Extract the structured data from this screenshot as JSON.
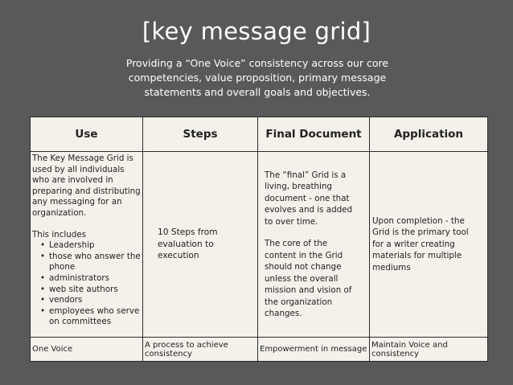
{
  "title": "[key message grid]",
  "subtitle": "Providing a “One Voice” consistency across our core competencies, value proposition, primary message statements and  overall goals and objectives.",
  "table": {
    "headers": [
      "Use",
      "Steps",
      "Final Document",
      "Application"
    ],
    "use": {
      "intro": "The Key Message Grid is used by all individuals who are involved in preparing and distributing any messaging for an organization.",
      "includes_label": "This includes",
      "bullets": [
        "Leadership",
        "those who answer the phone",
        "administrators",
        "web site authors",
        "vendors",
        "employees who serve on committees"
      ]
    },
    "steps": "10 Steps from evaluation to execution",
    "final_document": {
      "p1": "The “final” Grid is a living, breathing document - one that evolves and is added to over time.",
      "p2": "The core of the content in the Grid should not change unless the overall mission and vision of the organization changes."
    },
    "application": "Upon completion - the Grid is the primary tool for a writer creating materials for multiple mediums",
    "footer": [
      "One Voice",
      "A process to achieve consistency",
      "Empowerment in message",
      "Maintain Voice and consistency"
    ]
  },
  "colors": {
    "background": "#595959",
    "table_fill": "#f3f1ea",
    "border": "#2b2b2b"
  }
}
